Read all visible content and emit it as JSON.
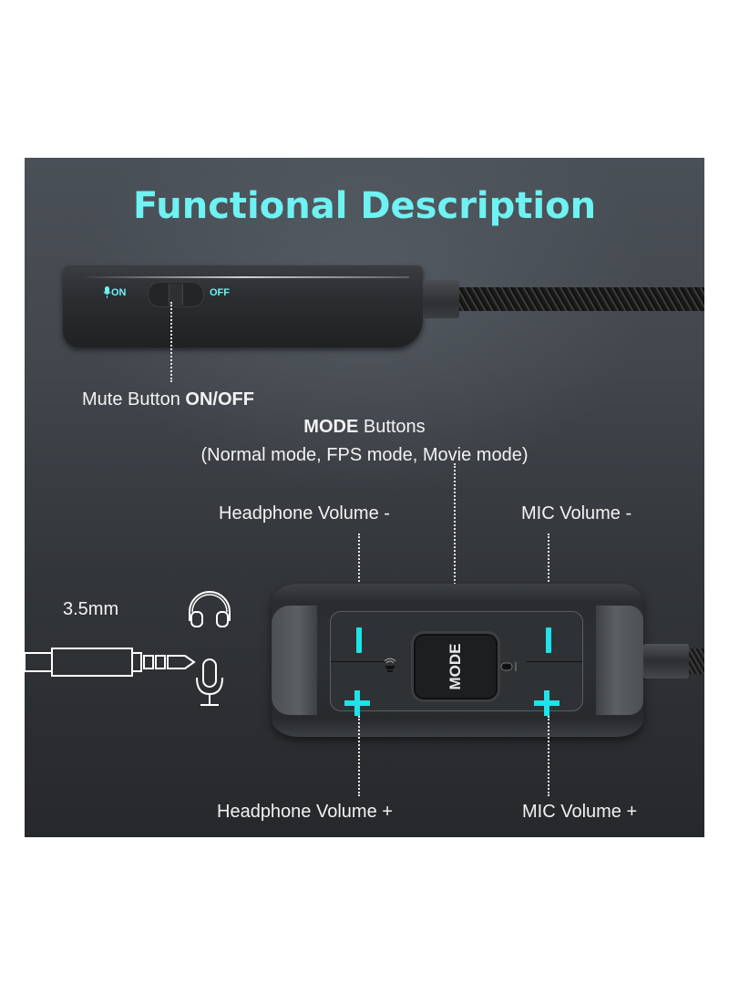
{
  "title": "Functional Description",
  "mute_switch": {
    "on_label": "ON",
    "off_label": "OFF",
    "caption_prefix": "Mute Button ",
    "caption_bold": "ON/OFF"
  },
  "mode": {
    "caption_bold": "MODE",
    "caption_rest": " Buttons",
    "modes_line": "(Normal mode, FPS mode, Movie mode)",
    "button_label": "MODE"
  },
  "labels": {
    "headphone_minus": "Headphone Volume -",
    "mic_minus": "MIC Volume -",
    "headphone_plus": "Headphone Volume +",
    "mic_plus": "MIC Volume +",
    "jack": "3.5mm"
  },
  "colors": {
    "accent": "#6ef2f2",
    "button_symbol": "#1ee3e8",
    "panel_top": "#4a5057",
    "panel_bottom": "#26282b"
  }
}
